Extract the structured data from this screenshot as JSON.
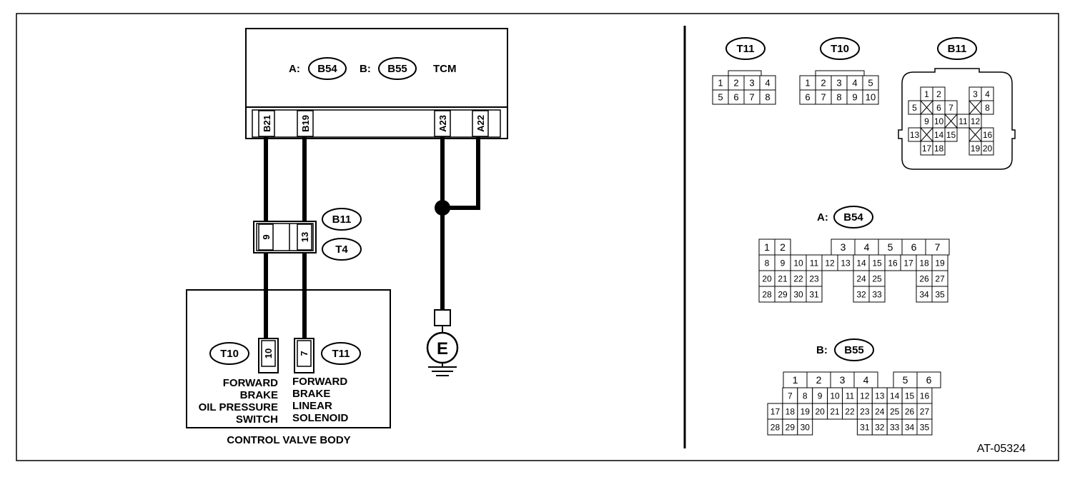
{
  "tcm": {
    "title": "TCM",
    "conn_a_prefix": "A:",
    "conn_a_id": "B54",
    "conn_b_prefix": "B:",
    "conn_b_id": "B55",
    "terminals": [
      "B21",
      "B19",
      "A23",
      "A22"
    ]
  },
  "joint_connector": {
    "id_top": "B11",
    "id_bottom": "T4",
    "pins": [
      "9",
      "13"
    ]
  },
  "ground": {
    "symbol": "E"
  },
  "control_valve_body": {
    "title": "CONTROL VALVE BODY",
    "left": {
      "connector": "T10",
      "pin": "10",
      "label_lines": [
        "FORWARD",
        "BRAKE",
        "OIL PRESSURE",
        "SWITCH"
      ]
    },
    "right": {
      "connector": "T11",
      "pin": "7",
      "label_lines": [
        "FORWARD",
        "BRAKE",
        "LINEAR",
        "SOLENOID"
      ]
    }
  },
  "connector_views": {
    "t11": {
      "id": "T11",
      "rows": [
        [
          "1",
          "2",
          "3",
          "4"
        ],
        [
          "5",
          "6",
          "7",
          "8"
        ]
      ]
    },
    "t10": {
      "id": "T10",
      "rows": [
        [
          "1",
          "2",
          "3",
          "4",
          "5"
        ],
        [
          "6",
          "7",
          "8",
          "9",
          "10"
        ]
      ]
    },
    "b11": {
      "id": "B11",
      "rows": [
        [
          "1",
          "2",
          "3",
          "4"
        ],
        [
          "5",
          "6",
          "7",
          "8"
        ],
        [
          "9",
          "10",
          "11",
          "12"
        ],
        [
          "13",
          "14",
          "15",
          "16"
        ],
        [
          "17",
          "18",
          "19",
          "20"
        ]
      ]
    },
    "b54": {
      "prefix": "A:",
      "id": "B54",
      "row1": [
        "1",
        "2",
        "3",
        "4",
        "5",
        "6",
        "7"
      ],
      "row2": [
        "8",
        "9",
        "10",
        "11",
        "12",
        "13",
        "14",
        "15",
        "16",
        "17",
        "18",
        "19"
      ],
      "row3": [
        "20",
        "21",
        "22",
        "23",
        "24",
        "25",
        "26",
        "27"
      ],
      "row4": [
        "28",
        "29",
        "30",
        "31",
        "32",
        "33",
        "34",
        "35"
      ]
    },
    "b55": {
      "prefix": "B:",
      "id": "B55",
      "row1": [
        "1",
        "2",
        "3",
        "4",
        "5",
        "6"
      ],
      "row2": [
        "7",
        "8",
        "9",
        "10",
        "11",
        "12",
        "13",
        "14",
        "15",
        "16"
      ],
      "row3": [
        "17",
        "18",
        "19",
        "20",
        "21",
        "22",
        "23",
        "24",
        "25",
        "26",
        "27"
      ],
      "row4": [
        "28",
        "29",
        "30",
        "31",
        "32",
        "33",
        "34",
        "35"
      ]
    }
  },
  "figure_code": "AT-05324"
}
